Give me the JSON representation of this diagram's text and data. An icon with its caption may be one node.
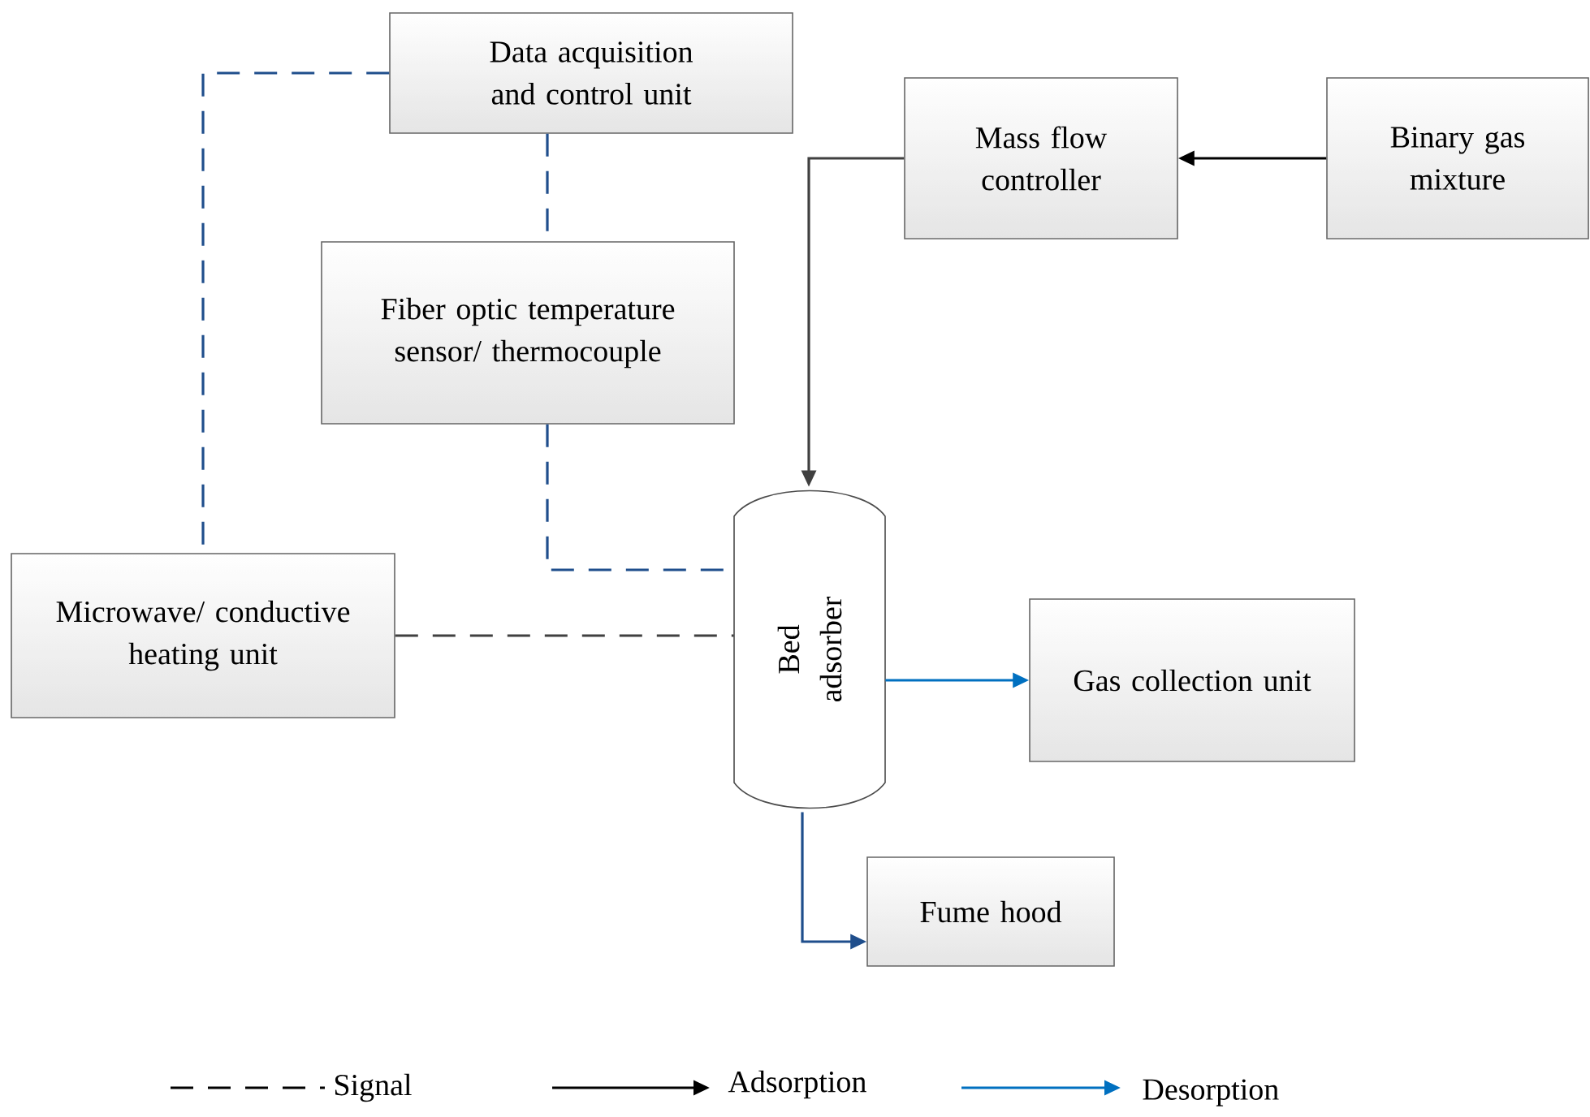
{
  "diagram": {
    "nodes": [
      {
        "text": [
          "Data acquisition and control unit"
        ]
      },
      {
        "text": [
          "Mass flow controller"
        ]
      },
      {
        "text": [
          "Binary gas mixture"
        ]
      },
      {
        "text": [
          "Fiber optic temperature sensor/ thermocouple"
        ]
      },
      {
        "text": [
          "Microwave/ conductive heating unit"
        ]
      },
      {
        "text": [
          "Bed adsorber"
        ]
      },
      {
        "text": [
          "Gas collection unit"
        ]
      },
      {
        "text": [
          "Fume hood"
        ]
      }
    ],
    "edges": [
      {
        "from": 0,
        "to": 4,
        "arrow": "none",
        "style": "dashed"
      },
      {
        "from": 0,
        "to": 3,
        "arrow": "none",
        "style": "dashed"
      },
      {
        "from": 3,
        "to": 5,
        "arrow": "none",
        "style": "dashed"
      },
      {
        "from": 4,
        "to": 5,
        "arrow": "none",
        "style": "dashed",
        "color": "#404040"
      },
      {
        "from": 2,
        "to": 1,
        "arrow": "to",
        "color": "#000000"
      },
      {
        "from": 1,
        "to": 5,
        "arrow": "to",
        "color": "#404040"
      },
      {
        "from": 5,
        "to": 6,
        "arrow": "to",
        "color": "#0070c0"
      },
      {
        "from": 5,
        "to": 7,
        "arrow": "to"
      }
    ],
    "legend": [
      {
        "text": "Signal"
      },
      {
        "text": "Adsorption"
      },
      {
        "text": "Desorption"
      }
    ]
  }
}
